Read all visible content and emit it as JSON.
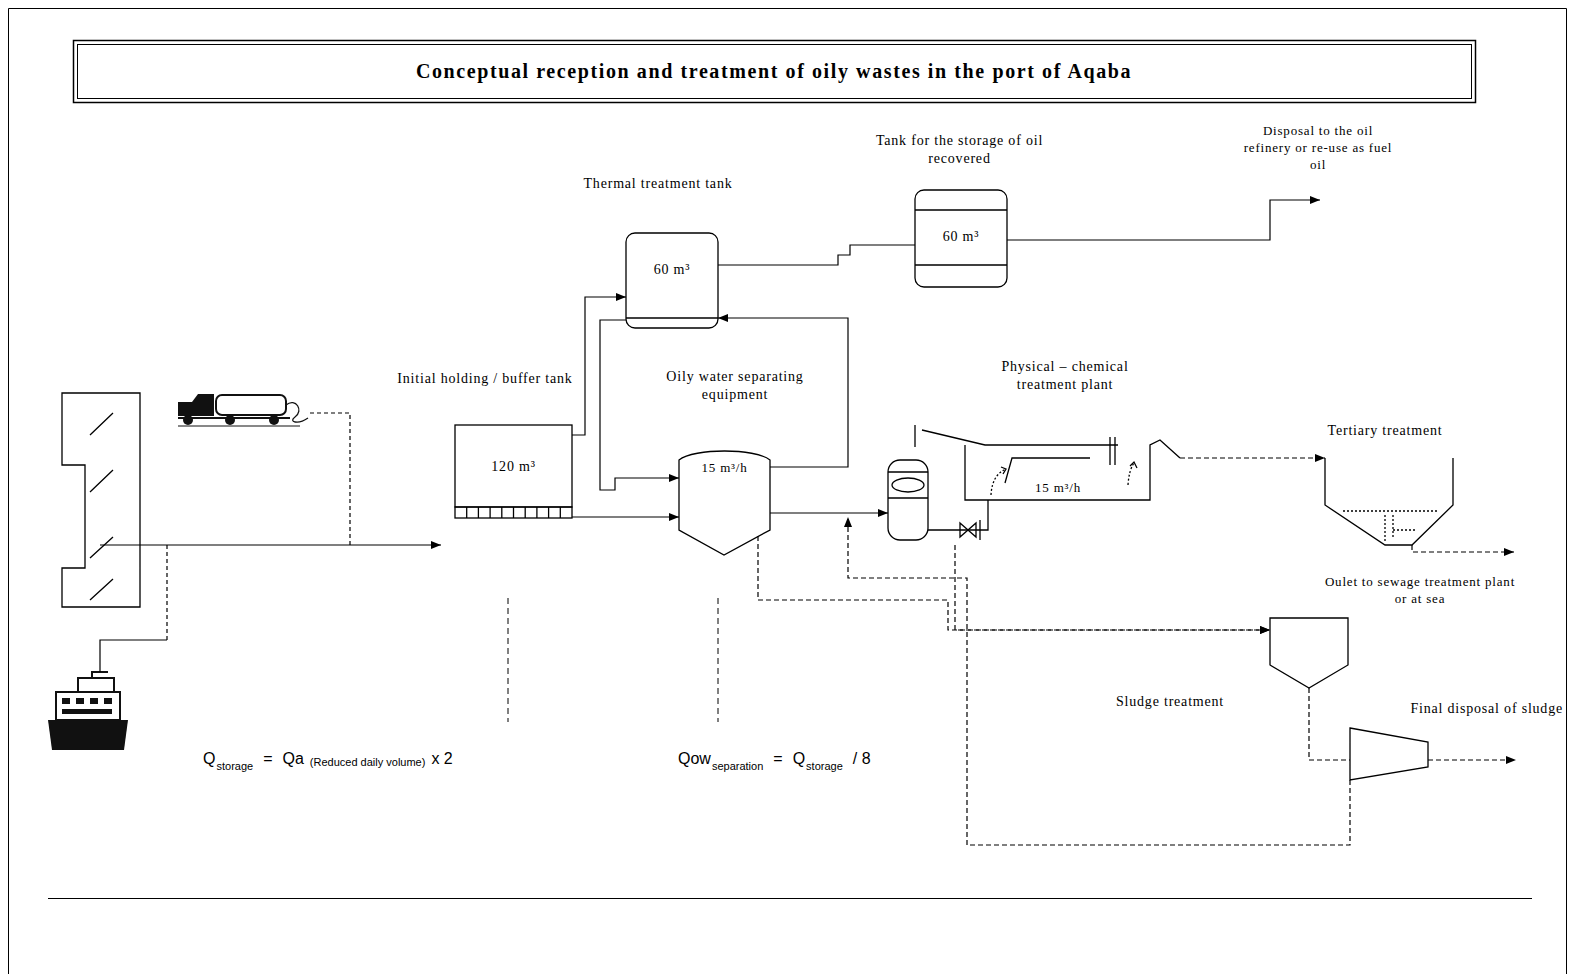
{
  "diagram": {
    "title": "Conceptual reception and treatment of oily wastes in the port of Aqaba",
    "nodes": [
      {
        "text": [
          "Initial holding / buffer tank",
          "120 m³"
        ]
      },
      {
        "text": [
          "Thermal treatment tank",
          "60 m³"
        ]
      },
      {
        "text": [
          "Tank for the storage of oil recovered",
          "60 m³"
        ]
      },
      {
        "text": [
          "Oily water separating equipment",
          "15 m³/h"
        ]
      },
      {
        "text": [
          "Physical – chemical treatment plant",
          "15 m³/h"
        ]
      },
      {
        "text": [
          "Tertiary treatment"
        ]
      },
      {
        "text": [
          "Sludge treatment"
        ]
      },
      {
        "text": [
          "Final disposal of sludge"
        ]
      }
    ],
    "edges": [
      {
        "from": 0,
        "to": 1,
        "arrow": "to"
      },
      {
        "from": 0,
        "to": 3,
        "arrow": "to"
      },
      {
        "from": 1,
        "to": 3,
        "arrow": "to"
      },
      {
        "from": 3,
        "to": 1,
        "arrow": "to"
      },
      {
        "from": 1,
        "to": 2,
        "arrow": "none"
      },
      {
        "from": 3,
        "to": 4,
        "arrow": "to"
      },
      {
        "from": 3,
        "to": 6,
        "arrow": "to"
      },
      {
        "from": 4,
        "to": 6,
        "arrow": "to"
      },
      {
        "from": 4,
        "to": 5,
        "arrow": "to"
      },
      {
        "from": 6,
        "to": 7,
        "arrow": "none"
      },
      {
        "from": 7,
        "to": 4,
        "arrow": "to"
      }
    ],
    "labels": [
      "Disposal to the oil refinery or re-use as fuel oil",
      "Oulet to sewage treatment plant or at sea",
      "Q",
      "storage",
      "=",
      "Qa",
      "(Reduced daily volume)",
      "x 2",
      "Qow",
      "separation",
      "=",
      "Q",
      "storage",
      "/ 8"
    ]
  }
}
